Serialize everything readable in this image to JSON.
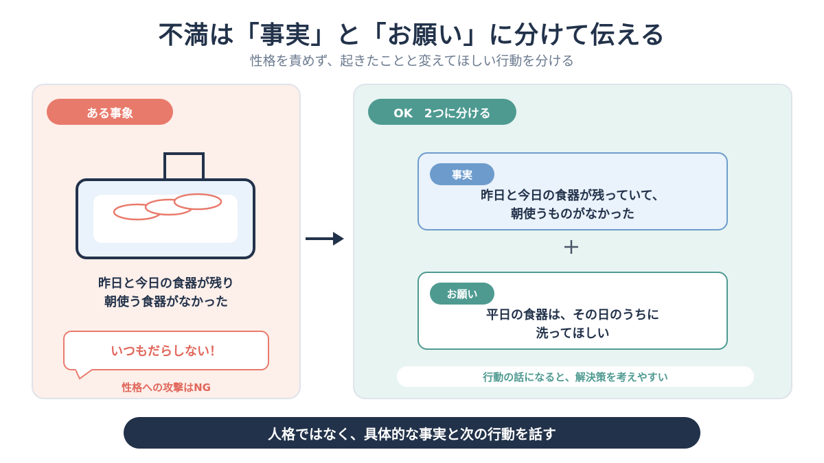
{
  "header": {
    "title": "不満は「事実」と「お願い」に分けて伝える",
    "subtitle": "性格を責めず、起きたことと変えてほしい行動を分ける"
  },
  "left_panel": {
    "label": "ある事象",
    "description_line1": "昨日と今日の食器が残り",
    "description_line2": "朝使う食器がなかった",
    "bubble_text": "いつもだらしない！",
    "note": "性格への攻撃はNG"
  },
  "right_panel": {
    "label": "OK　2つに分ける",
    "fact": {
      "tag": "事実",
      "line1": "昨日と今日の食器が残っていて、",
      "line2": "朝使うものがなかった"
    },
    "request": {
      "tag": "お願い",
      "line1": "平日の食器は、その日のうちに",
      "line2": "洗ってほしい"
    },
    "hint": "行動の話になると、解決策を考えやすい"
  },
  "footer": {
    "message": "人格ではなく、具体的な事実と次の行動を話す"
  },
  "colors": {
    "navy": "#22324a",
    "coral": "#e87a6c",
    "teal": "#4e9a91",
    "blue": "#6d9ccc"
  },
  "icons": {
    "sink": "sink-with-dishes-icon",
    "arrow": "arrow-right-icon",
    "plus": "plus-icon"
  }
}
